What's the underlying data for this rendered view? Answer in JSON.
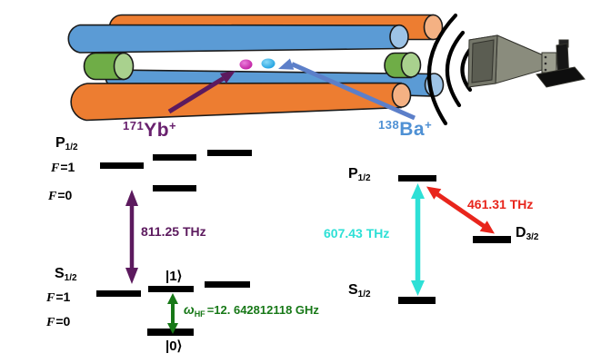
{
  "trap": {
    "yb_ion_label": {
      "mass": "171",
      "symbol": "Yb",
      "charge": "+"
    },
    "ba_ion_label": {
      "mass": "138",
      "symbol": "Ba",
      "charge": "+"
    }
  },
  "yb_diagram": {
    "p_level": {
      "main": "P",
      "sub": "1/2"
    },
    "s_level": {
      "main": "S",
      "sub": "1/2"
    },
    "p_f1": {
      "f": "F",
      "eq": "=1"
    },
    "p_f0": {
      "f": "F",
      "eq": "=0"
    },
    "s_f1": {
      "f": "F",
      "eq": "=1"
    },
    "s_f0": {
      "f": "F",
      "eq": "=0"
    },
    "optical_freq": "811.25 THz",
    "ket_one": "|1⟩",
    "ket_zero": "|0⟩",
    "hyperfine": {
      "omega": "ω",
      "sub": "HF",
      "value": "=12. 642812118 GHz"
    }
  },
  "ba_diagram": {
    "p_level": {
      "main": "P",
      "sub": "1/2"
    },
    "s_level": {
      "main": "S",
      "sub": "1/2"
    },
    "d_level": {
      "main": "D",
      "sub": "3/2"
    },
    "cooling_freq": "607.43 THz",
    "repump_freq": "461.31 THz"
  },
  "colors": {
    "yb_accent": "#69216E",
    "ba_accent": "#4E90D4",
    "transition_purple": "#5C1A5E",
    "hyperfine_green": "#177817",
    "cooling_cyan": "#2EE0D6",
    "repump_red": "#E8251C",
    "rod_orange": "#ED7D31",
    "rod_orange_end": "#F4B183",
    "rod_blue": "#5B9BD5",
    "rod_blue_end": "#9DC3E6",
    "endcap_green": "#70AD47",
    "endcap_green_end": "#A9D18E"
  }
}
